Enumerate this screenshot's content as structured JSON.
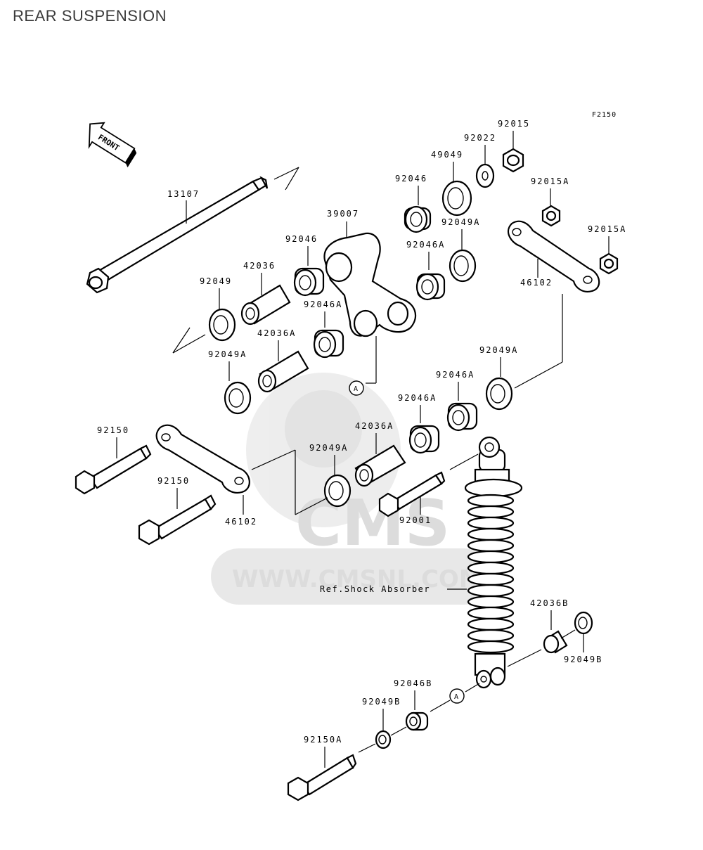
{
  "title": "REAR SUSPENSION",
  "diagram_code": "F2150",
  "front_label": "FRONT",
  "watermark": {
    "logo_text": "CMS",
    "url_text": "WWW.CMSNL.COM"
  },
  "ref_label": "Ref.Shock Absorber",
  "callout_a": "A",
  "parts": {
    "p13107": "13107",
    "p39007": "39007",
    "p92046_top": "92046",
    "p49049": "49049",
    "p92022": "92022",
    "p92015": "92015",
    "p92015A_upper": "92015A",
    "p92015A_lower": "92015A",
    "p92049A_upper": "92049A",
    "p92046A_upper": "92046A",
    "p46102_right": "46102",
    "p92046_mid": "92046",
    "p42036": "42036",
    "p92049": "92049",
    "p92046A_mid": "92046A",
    "p42036A_upper": "42036A",
    "p92049A_left": "92049A",
    "p92049A_right": "92049A",
    "p92046A_right1": "92046A",
    "p92046A_right2": "92046A",
    "p42036A_lower": "42036A",
    "p92049A_lower": "92049A",
    "p92150_upper": "92150",
    "p92150_lower": "92150",
    "p46102_left": "46102",
    "p92001": "92001",
    "p42036B": "42036B",
    "p92049B_right": "92049B",
    "p92046B": "92046B",
    "p92049B_left": "92049B",
    "p92150A": "92150A"
  }
}
